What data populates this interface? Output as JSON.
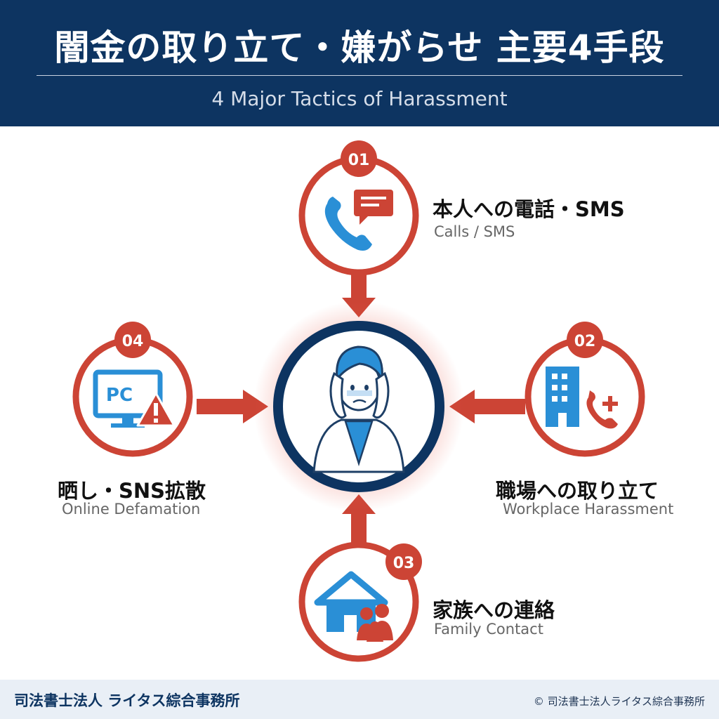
{
  "header": {
    "title": "闇金の取り立て・嫌がらせ 主要4手段",
    "subtitle": "4 Major Tactics of Harassment"
  },
  "tactics": [
    {
      "number": "01",
      "label_jp": "本人への電話・SMS",
      "label_en": "Calls / SMS",
      "icon": "phone-sms-icon"
    },
    {
      "number": "02",
      "label_jp": "職場への取り立て",
      "label_en": "Workplace Harassment",
      "icon": "office-building-phone-icon"
    },
    {
      "number": "03",
      "label_jp": "家族への連絡",
      "label_en": "Family Contact",
      "icon": "house-family-icon"
    },
    {
      "number": "04",
      "label_jp": "晒し・SNS拡散",
      "label_en": "Online Defamation",
      "icon": "pc-warning-icon",
      "pc_text": "PC"
    }
  ],
  "center": {
    "icon": "distressed-person-icon"
  },
  "footer": {
    "left": "司法書士法人 ライタス綜合事務所",
    "right": "© 司法書士法人ライタス綜合事務所"
  },
  "colors": {
    "navy": "#0d3461",
    "red": "#cc4435",
    "blue": "#2a8fd6",
    "footer_bg": "#e9eff6"
  }
}
